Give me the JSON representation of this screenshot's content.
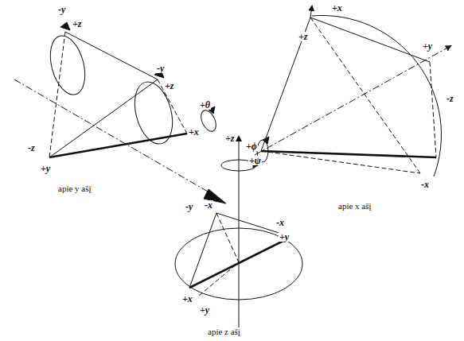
{
  "diagram": {
    "labels": [
      "-y",
      "+z",
      "-y",
      "+z",
      "+θ",
      "+x",
      "-z",
      "+y",
      "apie y ašį",
      "+x",
      "+z",
      "+y",
      "+ϕ",
      "-z",
      "-x",
      "apie x ašį",
      "+z",
      "+ψ",
      "-y",
      "-x",
      "-x",
      "+y",
      "+x",
      "+y",
      "apie z ašį"
    ]
  }
}
